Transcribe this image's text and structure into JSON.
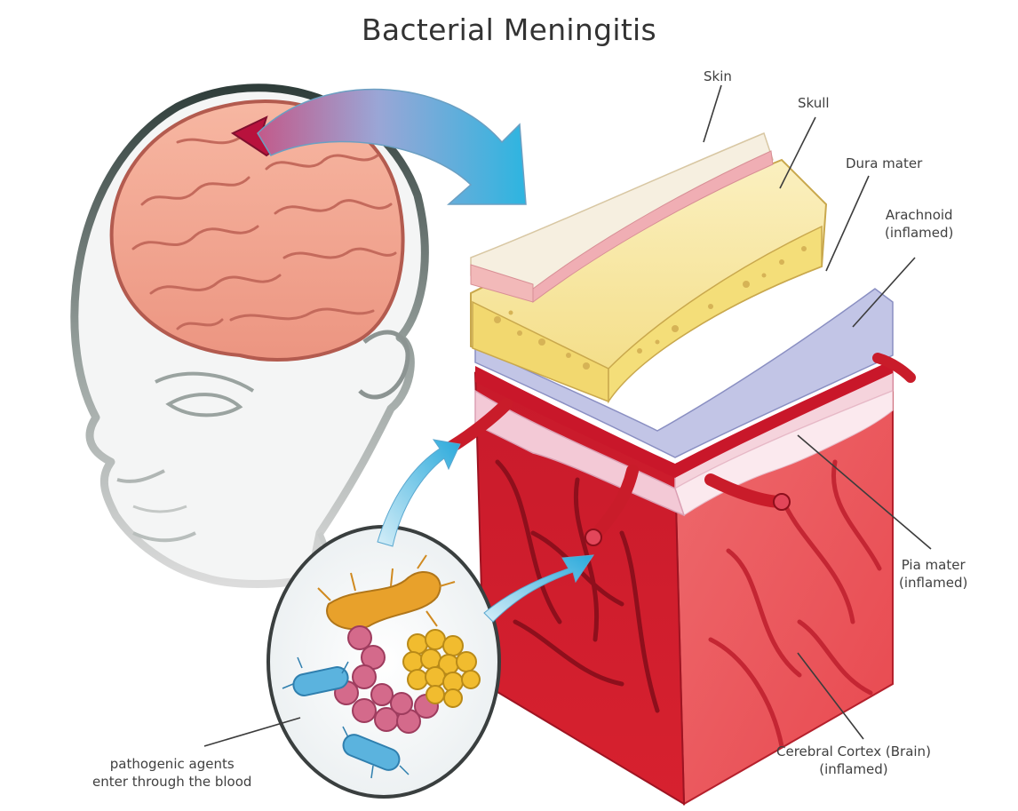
{
  "title": "Bacterial Meningitis",
  "labels": {
    "skin": "Skin",
    "skull": "Skull",
    "dura": "Dura mater",
    "arachnoid_1": "Arachnoid",
    "arachnoid_2": "(inflamed)",
    "pia_1": "Pia mater",
    "pia_2": "(inflamed)",
    "cortex_1": "Cerebral Cortex (Brain)",
    "cortex_2": "(inflamed)",
    "pathogen_1": "pathogenic agents",
    "pathogen_2": "enter through the blood"
  },
  "colors": {
    "brain": "#f2a58f",
    "tissue": "#d9212e",
    "skull": "#f6e08a",
    "dura": "#b8bde0",
    "arrow": "#39b4dc",
    "pia": "#f5d3dc"
  }
}
